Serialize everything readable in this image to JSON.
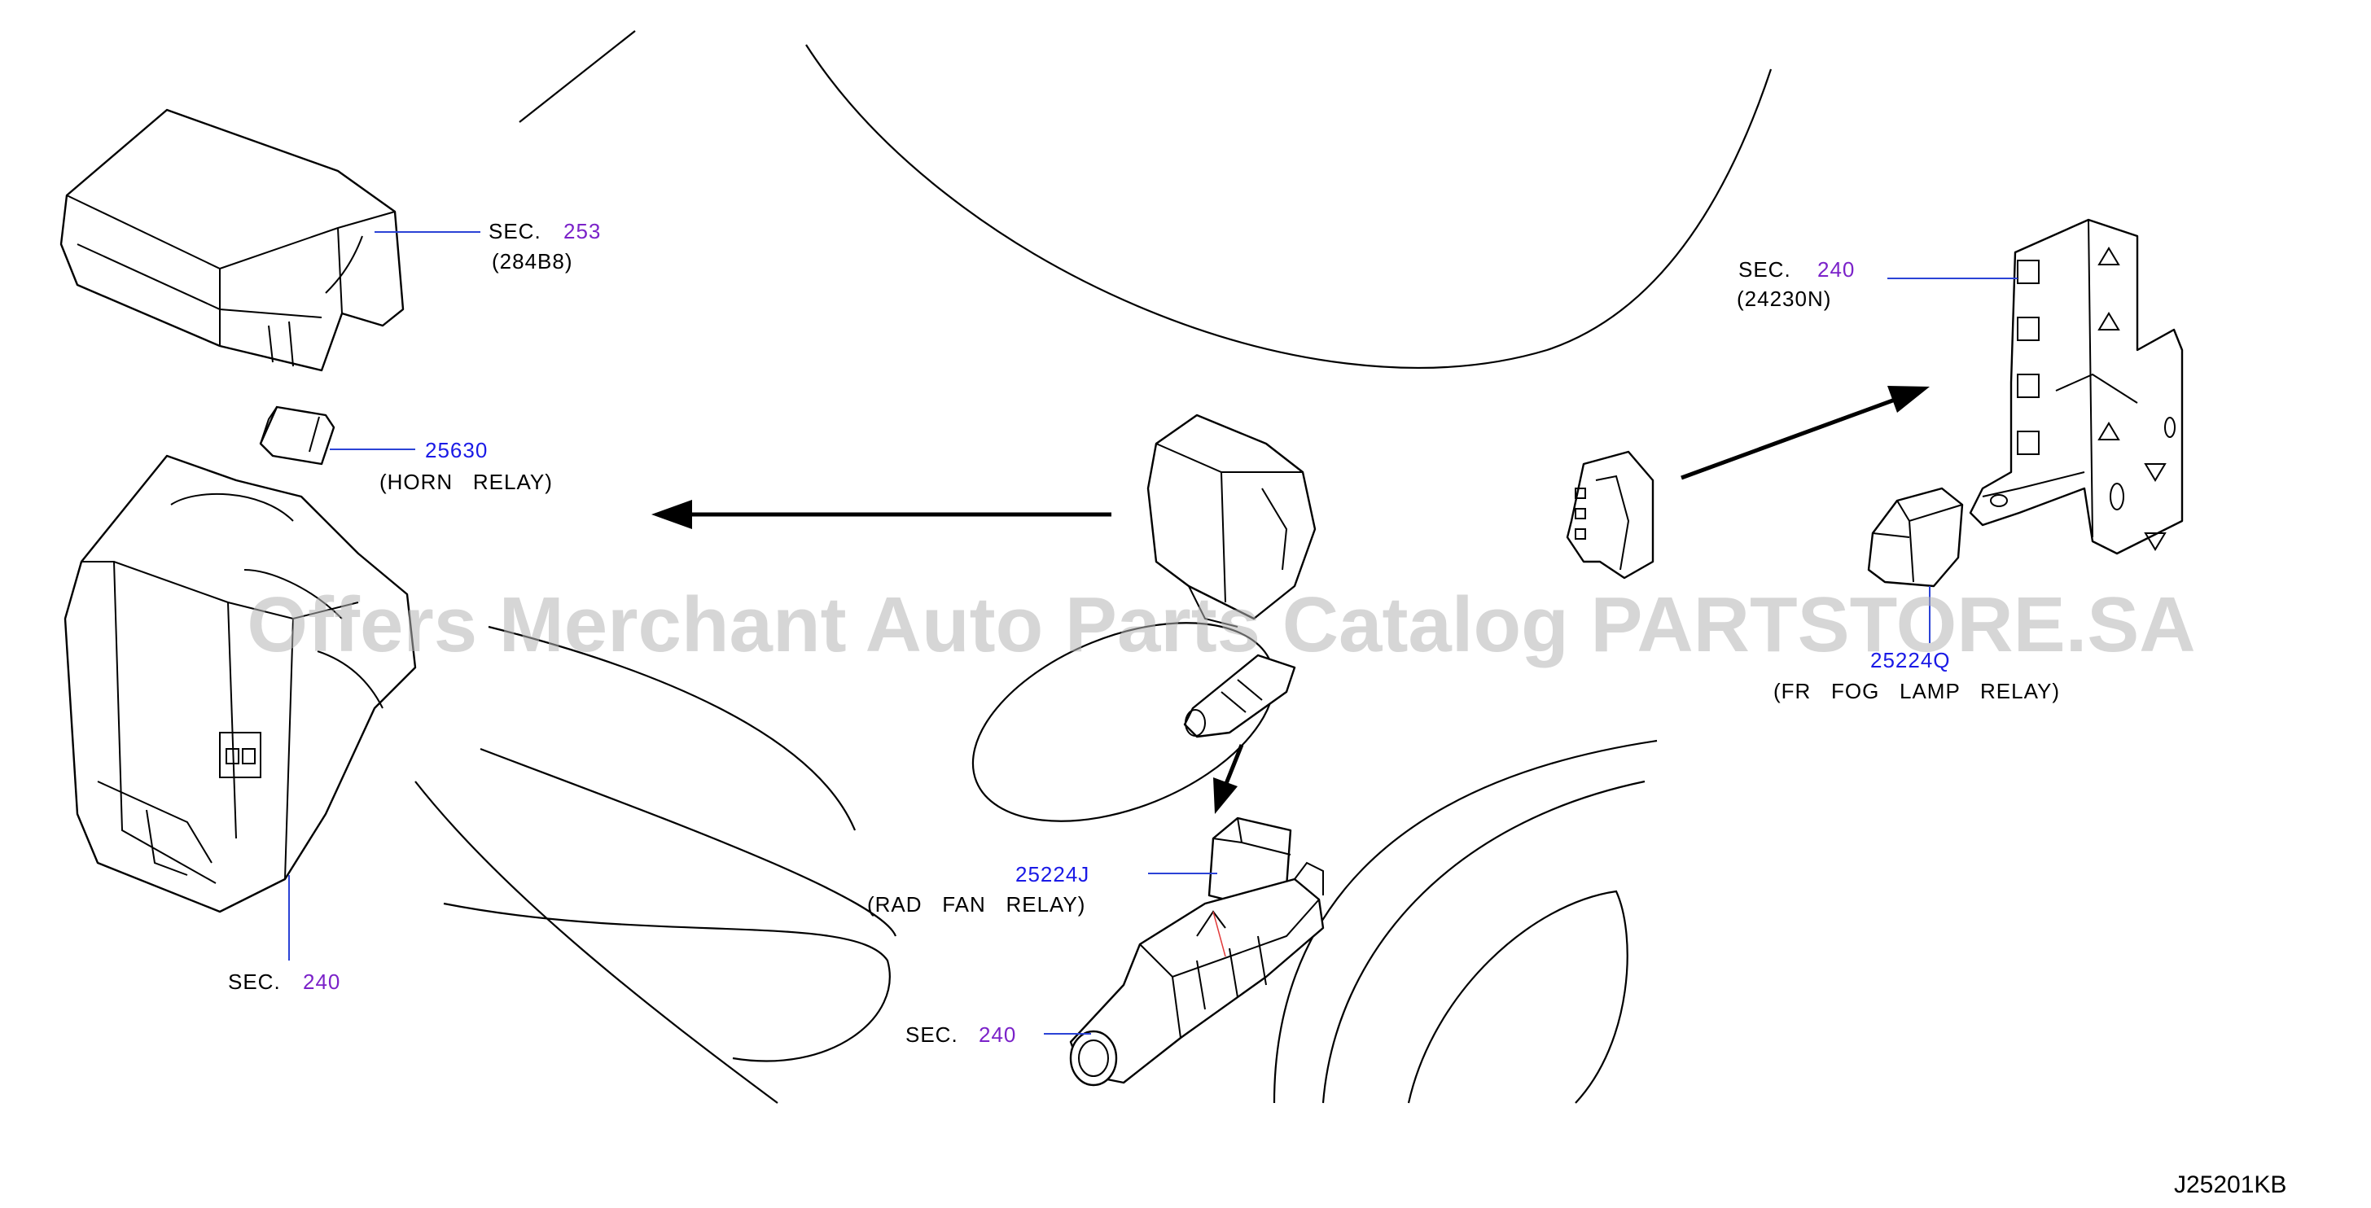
{
  "callouts": {
    "cover_sec": {
      "prefix": "SEC.",
      "number": "253",
      "part": "(284B8)"
    },
    "horn": {
      "number": "25630",
      "name": "(HORN   RELAY)"
    },
    "ipdm_sec": {
      "prefix": "SEC.",
      "number": "240"
    },
    "fog_sec": {
      "prefix": "SEC.",
      "number": "240",
      "part": "(24230N)"
    },
    "fog_relay": {
      "number": "25224Q",
      "name": "(FR   FOG   LAMP   RELAY)"
    },
    "rad_fan": {
      "number": "25224J",
      "name": "(RAD   FAN   RELAY)"
    },
    "rad_sec": {
      "prefix": "SEC.",
      "number": "240"
    }
  },
  "watermark": "Offers Merchant Auto Parts Catalog PARTSTORE.SA",
  "diagram_code": "J25201KB",
  "colors": {
    "section_number": "#7b22c9",
    "part_number": "#1a1ae6",
    "leader": "#2b43d6",
    "watermark": "#b5b5b5"
  }
}
